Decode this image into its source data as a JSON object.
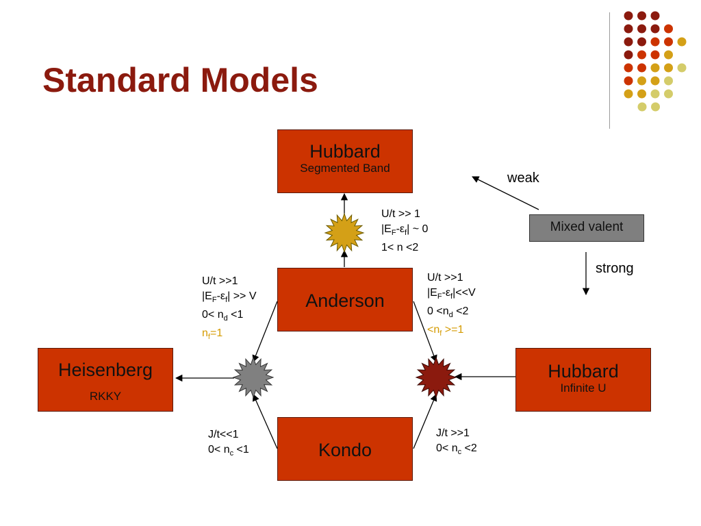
{
  "title": "Standard Models",
  "colors": {
    "title": "#8b1a0e",
    "box_fill": "#cc3300",
    "mixed_valent_fill": "#7f7f7f",
    "gold_star": "#d4a017",
    "grey_star": "#808080",
    "red_star": "#8b1a0e",
    "gold_text": "#d49a00"
  },
  "decoration_dots": [
    [
      "#8b1a0e",
      "#8b1a0e",
      "#8b1a0e"
    ],
    [
      "#8b1a0e",
      "#8b1a0e",
      "#8b1a0e",
      "#cc3300"
    ],
    [
      "#8b1a0e",
      "#8b1a0e",
      "#cc3300",
      "#cc3300",
      "#d4a017"
    ],
    [
      "#8b1a0e",
      "#cc3300",
      "#cc3300",
      "#d4a017"
    ],
    [
      "#cc3300",
      "#cc3300",
      "#d4a017",
      "#d4a017",
      "#d4cc6a"
    ],
    [
      "#cc3300",
      "#d4a017",
      "#d4a017",
      "#d4cc6a"
    ],
    [
      "#d4a017",
      "#d4a017",
      "#d4cc6a",
      "#d4cc6a"
    ],
    [
      "#d4cc6a",
      "#d4cc6a"
    ]
  ],
  "nodes": {
    "hubbard_top": {
      "title": "Hubbard",
      "subtitle": "Segmented Band"
    },
    "anderson": {
      "title": "Anderson"
    },
    "heisenberg": {
      "title": "Heisenberg",
      "subtitle": "RKKY"
    },
    "hubbard_right": {
      "title": "Hubbard",
      "subtitle": "Infinite U"
    },
    "kondo": {
      "title": "Kondo"
    },
    "mixed_valent": {
      "title": "Mixed valent"
    }
  },
  "labels": {
    "weak": "weak",
    "strong": "strong",
    "top_conditions": [
      "U/t >> 1",
      "|E",
      "F",
      "-ε",
      "f",
      "| ~ 0",
      "1< n <2"
    ],
    "left_conditions": {
      "l1": "U/t >>1",
      "l2a": "|E",
      "l2b": "F",
      "l2c": "-ε",
      "l2d": "f",
      "l2e": "| >> V",
      "l3a": "0< n",
      "l3b": "d",
      "l3c": " <1",
      "l4a": "n",
      "l4b": "f",
      "l4c": "=1"
    },
    "right_conditions": {
      "l1": "U/t >>1",
      "l2a": "|E",
      "l2b": "F",
      "l2c": "-ε",
      "l2d": "f",
      "l2e": "|<<V",
      "l3a": "0 <n",
      "l3b": "d",
      "l3c": " <2",
      "l4a": "<n",
      "l4b": "f",
      "l4c": " >=1"
    },
    "kondo_left": {
      "l1": "J/t<<1",
      "l2a": "0< n",
      "l2b": "c",
      "l2c": " <1"
    },
    "kondo_right": {
      "l1": "J/t >>1",
      "l2a": "0< n",
      "l2b": "c",
      "l2c": " <2"
    }
  }
}
